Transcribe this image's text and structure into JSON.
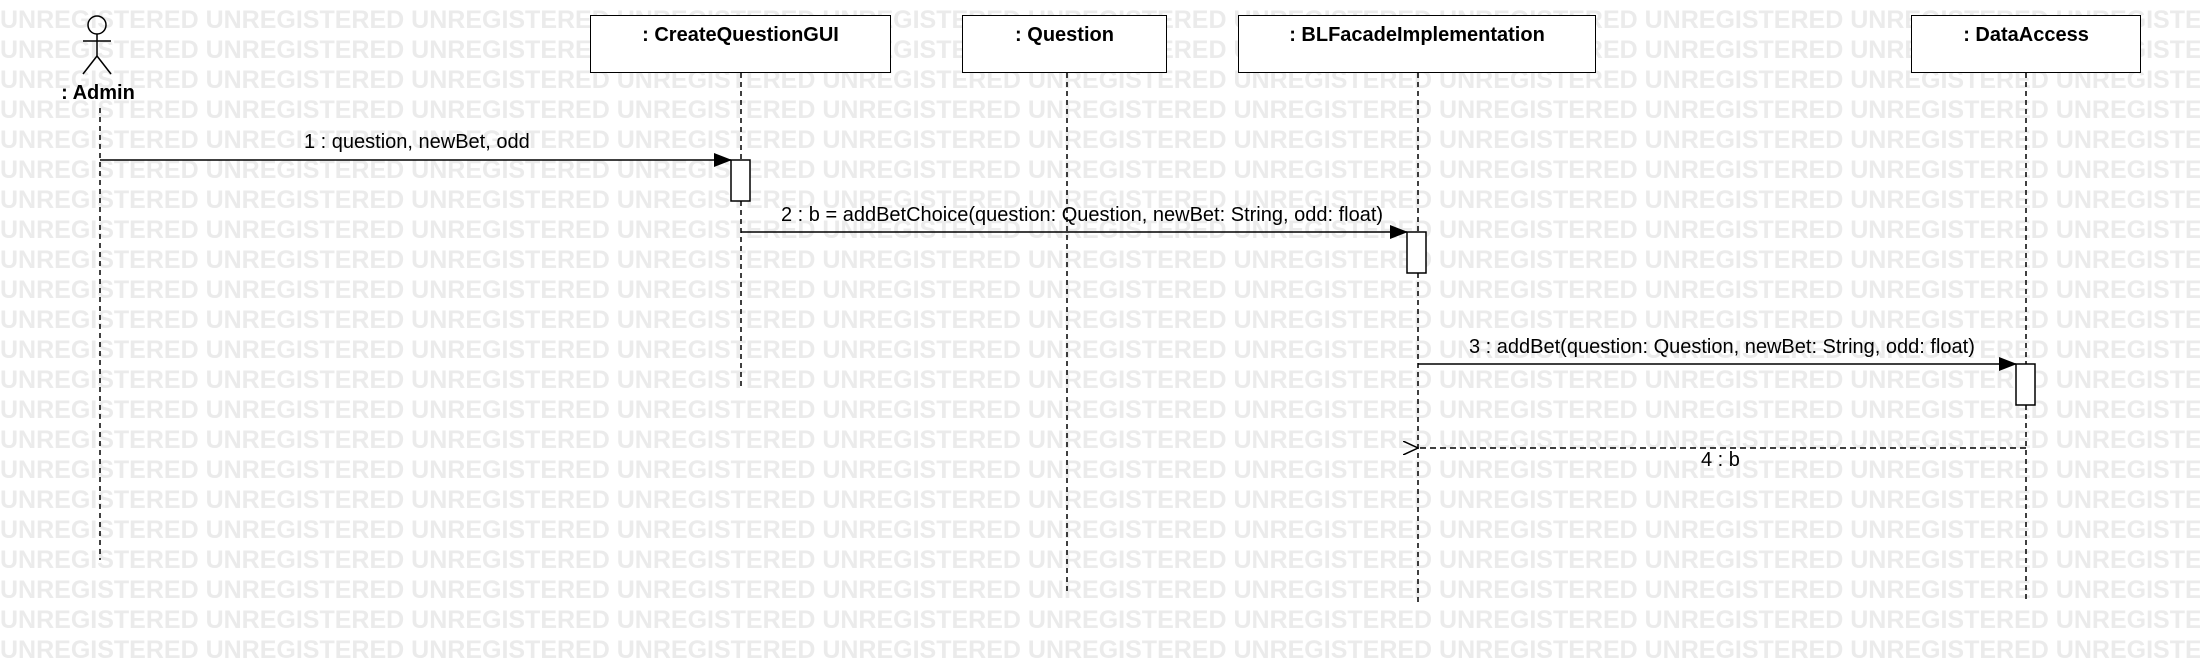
{
  "watermark": "UNREGISTERED",
  "actor": {
    "label": ": Admin"
  },
  "lifelines": [
    {
      "label": ": CreateQuestionGUI"
    },
    {
      "label": ": Question"
    },
    {
      "label": ": BLFacadeImplementation"
    },
    {
      "label": ": DataAccess"
    }
  ],
  "messages": [
    {
      "label": "1 : question, newBet, odd",
      "type": "synchronous"
    },
    {
      "label": "2 : b = addBetChoice(question: Question, newBet: String, odd: float)",
      "type": "synchronous"
    },
    {
      "label": "3 : addBet(question: Question, newBet: String, odd: float)",
      "type": "synchronous"
    },
    {
      "label": "4 : b",
      "type": "return"
    }
  ]
}
